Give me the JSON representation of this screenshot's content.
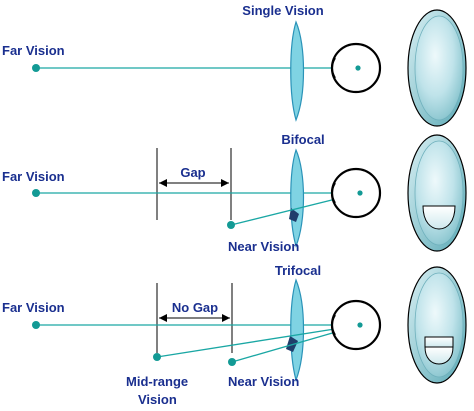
{
  "labels": {
    "single_vision": "Single Vision",
    "far_vision_1": "Far Vision",
    "bifocal": "Bifocal",
    "far_vision_2": "Far Vision",
    "gap": "Gap",
    "near_vision_2": "Near Vision",
    "trifocal": "Trifocal",
    "far_vision_3": "Far Vision",
    "no_gap": "No Gap",
    "mid_range_line1": "Mid-range",
    "mid_range_line2": "Vision",
    "near_vision_3": "Near Vision"
  },
  "colors": {
    "label": "#1a2f8f",
    "ray": "#1aa7a4",
    "dot": "#139a95",
    "lens_fill": "#7fd3e3",
    "lens_edge": "#2a93b8",
    "eye_stroke": "#000000",
    "outline_stroke": "#000000"
  }
}
